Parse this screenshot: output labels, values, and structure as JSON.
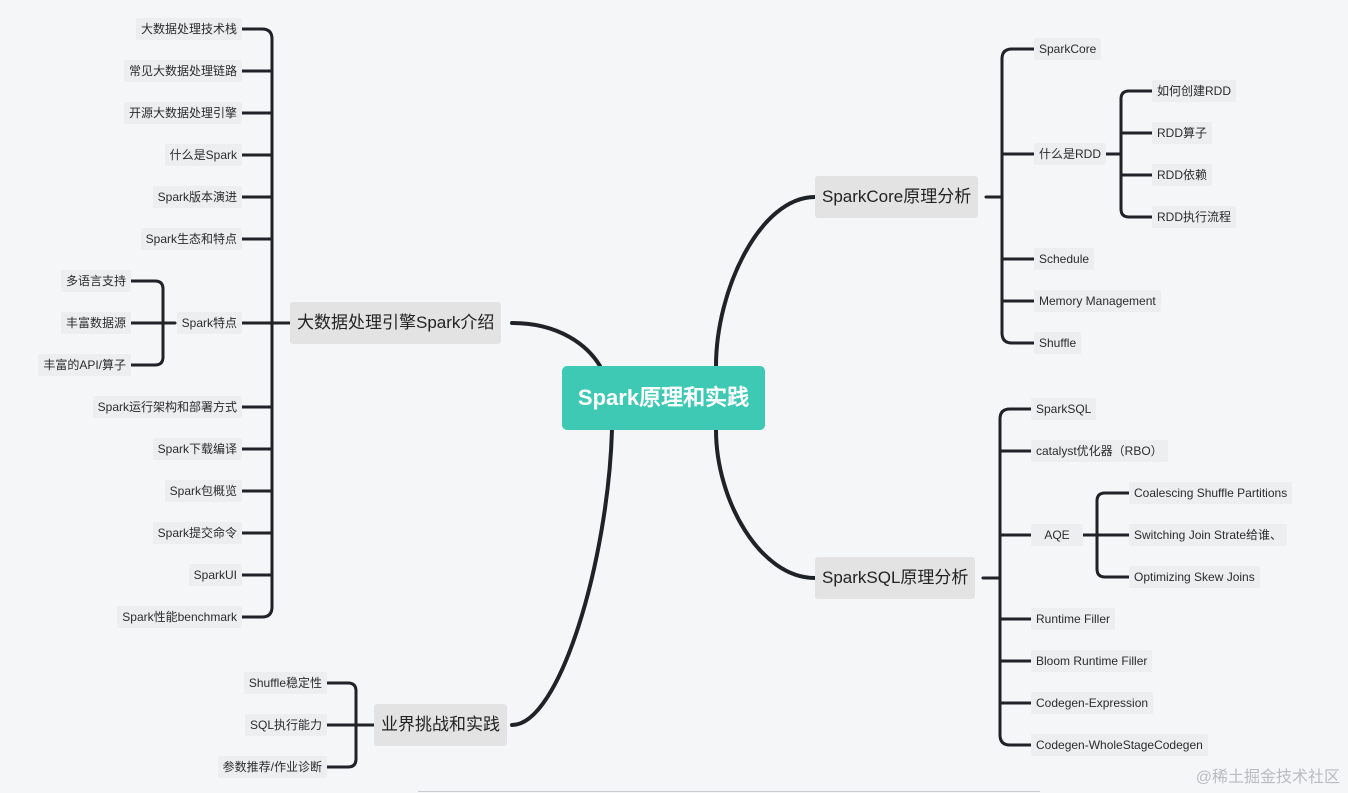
{
  "mindmap": {
    "root": "Spark原理和实践",
    "branch_intro": {
      "label": "大数据处理引擎Spark介绍",
      "items": [
        "大数据处理技术栈",
        "常见大数据处理链路",
        "开源大数据处理引擎",
        "什么是Spark",
        "Spark版本演进",
        "Spark生态和特点",
        "Spark特点",
        "Spark运行架构和部署方式",
        "Spark下载编译",
        "Spark包概览",
        "Spark提交命令",
        "SparkUI",
        "Spark性能benchmark"
      ],
      "spark_features": [
        "多语言支持",
        "丰富数据源",
        "丰富的API/算子"
      ]
    },
    "branch_practice": {
      "label": "业界挑战和实践",
      "items": [
        "Shuffle稳定性",
        "SQL执行能力",
        "参数推荐/作业诊断"
      ]
    },
    "branch_core": {
      "label": "SparkCore原理分析",
      "items": [
        "SparkCore",
        "什么是RDD",
        "Schedule",
        "Memory Management",
        "Shuffle"
      ],
      "rdd_items": [
        "如何创建RDD",
        "RDD算子",
        "RDD依赖",
        "RDD执行流程"
      ]
    },
    "branch_sql": {
      "label": "SparkSQL原理分析",
      "items": [
        "SparkSQL",
        "catalyst优化器（RBO）",
        "AQE",
        "Runtime Filler",
        "Bloom Runtime Filler",
        "Codegen-Expression",
        "Codegen-WholeStageCodegen"
      ],
      "aqe_items": [
        "Coalescing Shuffle Partitions",
        "Switching Join Strate给谁、",
        "Optimizing Skew Joins"
      ]
    }
  },
  "watermark": "@稀土掘金技术社区",
  "colors": {
    "root_bg": "#3ec9b4",
    "branch_bg": "#e3e3e3",
    "leaf_bg": "#eceef0",
    "line": "#1f2226",
    "background": "#f4f6f8"
  }
}
